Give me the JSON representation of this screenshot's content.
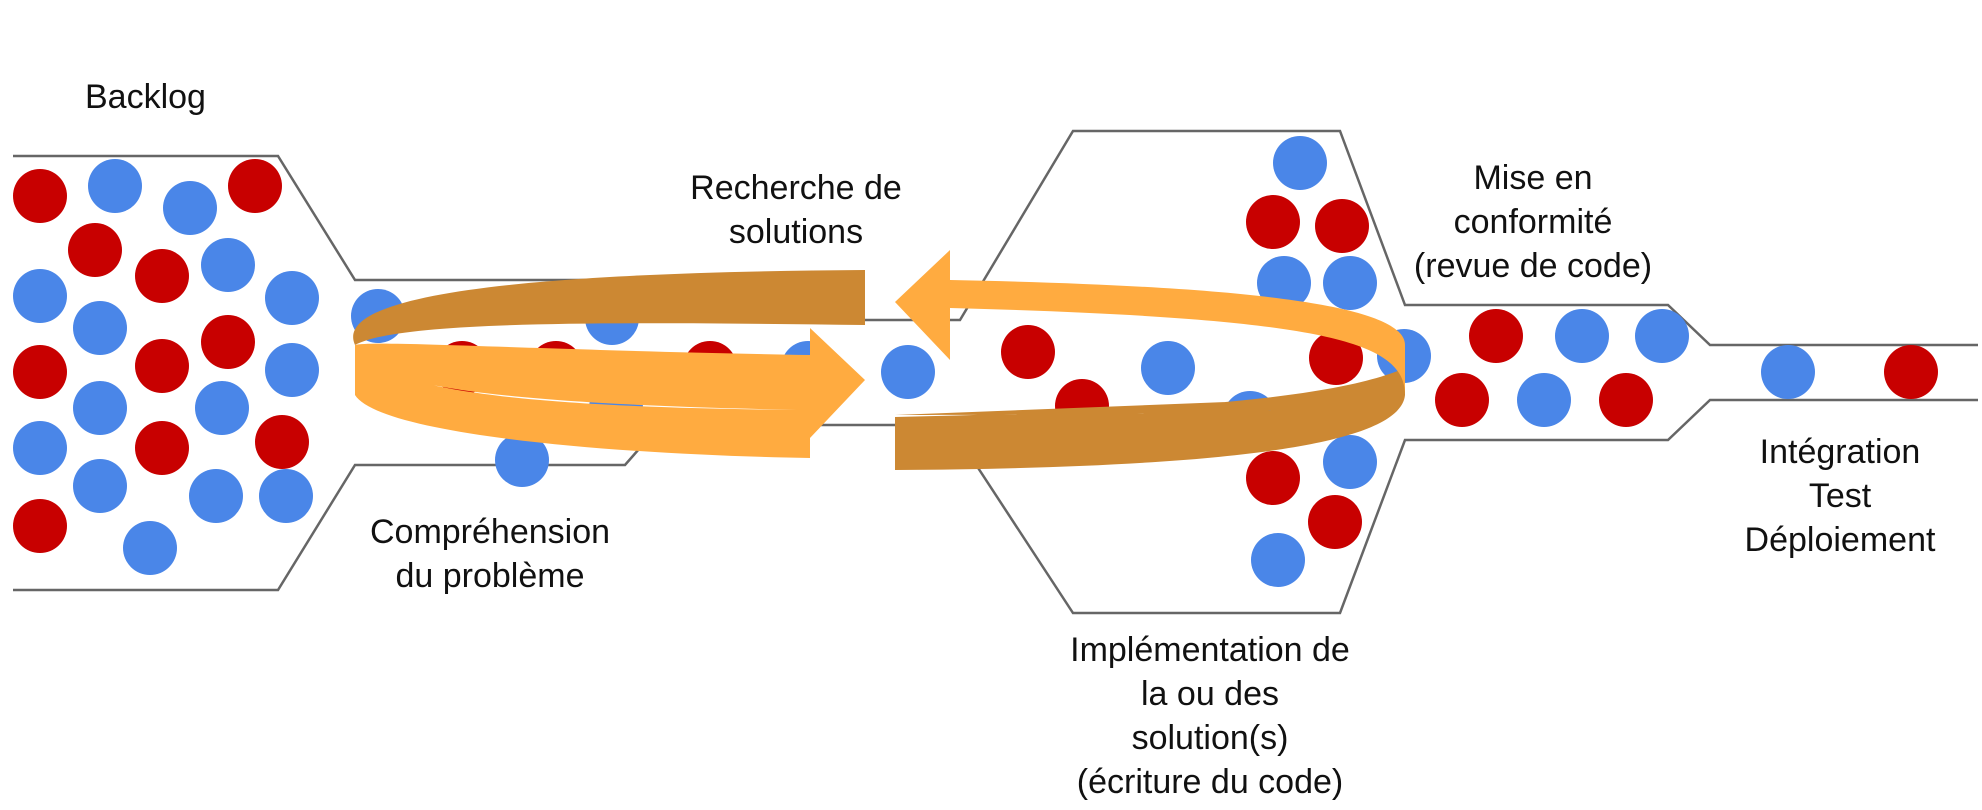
{
  "colors": {
    "red_item": "#C80000",
    "blue_item": "#4A86E8",
    "outline": "#666666",
    "arrow_front": "#FFAB40",
    "arrow_back": "#CC8833"
  },
  "labels": {
    "backlog": "Backlog",
    "comprehension": [
      "Compréhension",
      "du problème"
    ],
    "recherche": [
      "Recherche de",
      "solutions"
    ],
    "implementation": [
      "Implémentation de",
      "la ou des",
      "solution(s)",
      "(écriture du code)"
    ],
    "conformite": [
      "Mise en",
      "conformité",
      "(revue de code)"
    ],
    "integration": [
      "Intégration",
      "Test",
      "Déploiement"
    ]
  }
}
